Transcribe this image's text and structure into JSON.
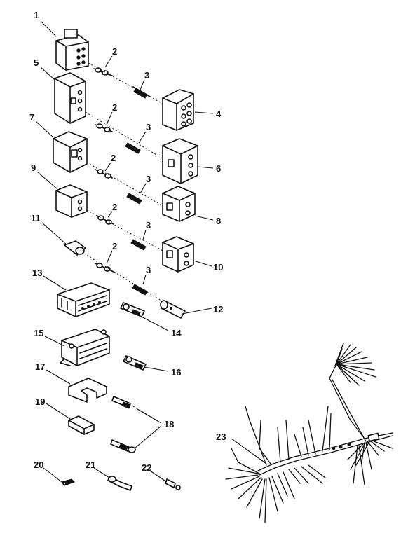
{
  "diagram": {
    "callouts": [
      {
        "id": "c1",
        "text": "1"
      },
      {
        "id": "c2a",
        "text": "2"
      },
      {
        "id": "c3a",
        "text": "3"
      },
      {
        "id": "c4",
        "text": "4"
      },
      {
        "id": "c5",
        "text": "5"
      },
      {
        "id": "c2b",
        "text": "2"
      },
      {
        "id": "c3b",
        "text": "3"
      },
      {
        "id": "c6",
        "text": "6"
      },
      {
        "id": "c7",
        "text": "7"
      },
      {
        "id": "c2c",
        "text": "2"
      },
      {
        "id": "c3c",
        "text": "3"
      },
      {
        "id": "c8",
        "text": "8"
      },
      {
        "id": "c9",
        "text": "9"
      },
      {
        "id": "c2d",
        "text": "2"
      },
      {
        "id": "c3d",
        "text": "3"
      },
      {
        "id": "c10",
        "text": "10"
      },
      {
        "id": "c11",
        "text": "11"
      },
      {
        "id": "c2e",
        "text": "2"
      },
      {
        "id": "c3e",
        "text": "3"
      },
      {
        "id": "c12",
        "text": "12"
      },
      {
        "id": "c13",
        "text": "13"
      },
      {
        "id": "c14",
        "text": "14"
      },
      {
        "id": "c15",
        "text": "15"
      },
      {
        "id": "c16",
        "text": "16"
      },
      {
        "id": "c17",
        "text": "17"
      },
      {
        "id": "c18",
        "text": "18"
      },
      {
        "id": "c19",
        "text": "19"
      },
      {
        "id": "c20",
        "text": "20"
      },
      {
        "id": "c21",
        "text": "21"
      },
      {
        "id": "c22",
        "text": "22"
      },
      {
        "id": "c23",
        "text": "23"
      }
    ]
  }
}
